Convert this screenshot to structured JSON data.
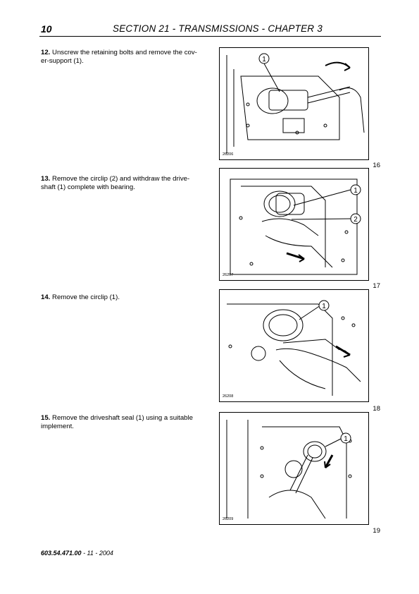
{
  "header": {
    "page_number": "10",
    "section_title": "SECTION 21 - TRANSMISSIONS - CHAPTER 3"
  },
  "steps": [
    {
      "number": "12.",
      "text": "Unscrew the retaining bolts and remove the cov-er-support (1)."
    },
    {
      "number": "13.",
      "text": "Remove the circlip (2) and withdraw the drive-shaft (1) complete with bearing."
    },
    {
      "number": "14.",
      "text": "Remove the circlip (1)."
    },
    {
      "number": "15.",
      "text": "Remove the driveshaft seal (1) using a suitable implement."
    }
  ],
  "figures": [
    {
      "code": "26206",
      "number": "16",
      "callouts": [
        "1"
      ]
    },
    {
      "code": "26207",
      "number": "17",
      "callouts": [
        "1",
        "2"
      ]
    },
    {
      "code": "26208",
      "number": "18",
      "callouts": [
        "1"
      ]
    },
    {
      "code": "26209",
      "number": "19",
      "callouts": [
        "1"
      ]
    }
  ],
  "footer": {
    "doc_number": "603.54.471.00",
    "rest": " - 11 - 2004"
  }
}
